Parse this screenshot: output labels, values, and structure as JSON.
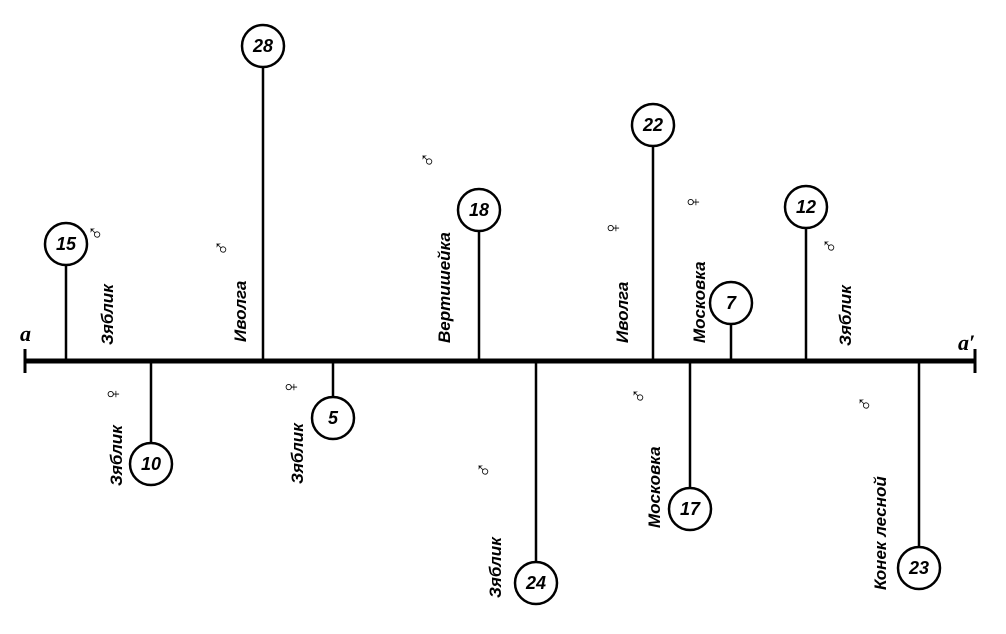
{
  "line_labels": {
    "start": "a",
    "end": "a′"
  },
  "markers": [
    {
      "number": "15",
      "species": "Зяблик",
      "sex": "♂"
    },
    {
      "number": "10",
      "species": "Зяблик",
      "sex": "♀"
    },
    {
      "number": "28",
      "species": "Иволга",
      "sex": "♂"
    },
    {
      "number": "5",
      "species": "Зяблик",
      "sex": "♀"
    },
    {
      "number": "18",
      "species": "Вертишейка",
      "sex": "♂"
    },
    {
      "number": "24",
      "species": "Зяблик",
      "sex": "♂"
    },
    {
      "number": "22",
      "species": "Иволга",
      "sex": "♀"
    },
    {
      "number": "17",
      "species": "Московка",
      "sex": "♂"
    },
    {
      "number": "7",
      "species": "Московка",
      "sex": "♀"
    },
    {
      "number": "12",
      "species": "Зяблик",
      "sex": "♂"
    },
    {
      "number": "23",
      "species": "Конек лесной",
      "sex": "♂"
    }
  ]
}
